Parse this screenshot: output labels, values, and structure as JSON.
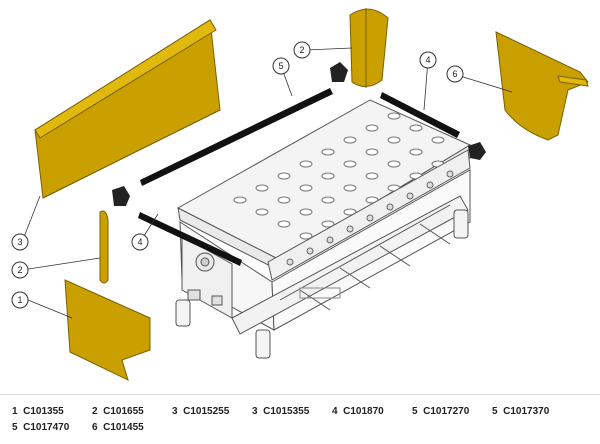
{
  "callouts": [
    {
      "num": "1"
    },
    {
      "num": "2"
    },
    {
      "num": "2"
    },
    {
      "num": "3"
    },
    {
      "num": "4"
    },
    {
      "num": "4"
    },
    {
      "num": "5"
    },
    {
      "num": "6"
    }
  ],
  "parts": [
    {
      "num": "1",
      "code": "C101355"
    },
    {
      "num": "2",
      "code": "C101655"
    },
    {
      "num": "3",
      "code": "C1015255"
    },
    {
      "num": "3",
      "code": "C1015355"
    },
    {
      "num": "4",
      "code": "C101870"
    },
    {
      "num": "5",
      "code": "C1017270"
    },
    {
      "num": "5",
      "code": "C1017370"
    },
    {
      "num": "5",
      "code": "C1017470"
    },
    {
      "num": "6",
      "code": "C101455"
    }
  ],
  "colors": {
    "panel": "#c9a000",
    "panel_edge": "#7a6000",
    "frame": "#555555",
    "gasket": "#111111"
  }
}
